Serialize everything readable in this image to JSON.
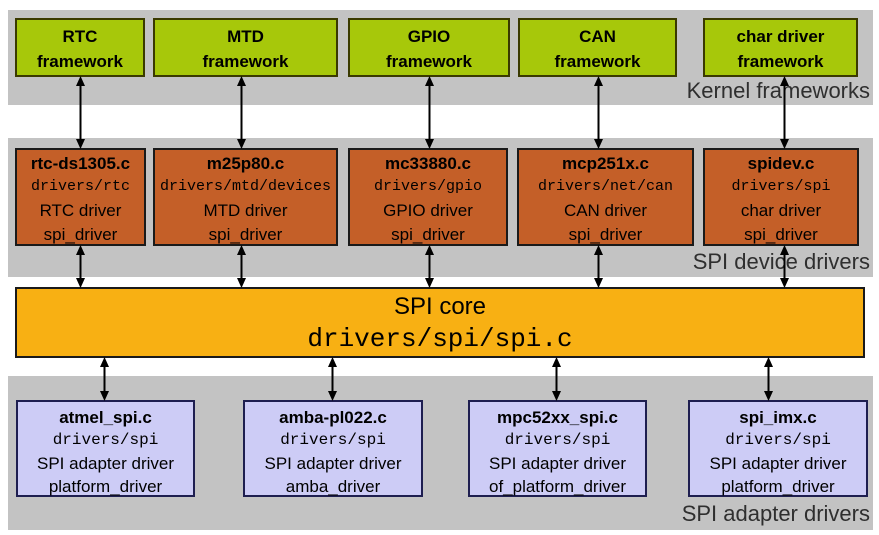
{
  "bands": {
    "frameworks_label": "Kernel frameworks",
    "device_drivers_label": "SPI device drivers",
    "adapter_drivers_label": "SPI adapter drivers"
  },
  "frameworks": {
    "boxes": [
      {
        "line1": "RTC",
        "line2": "framework"
      },
      {
        "line1": "MTD",
        "line2": "framework"
      },
      {
        "line1": "GPIO",
        "line2": "framework"
      },
      {
        "line1": "CAN",
        "line2": "framework"
      },
      {
        "line1": "char driver",
        "line2": "framework"
      }
    ]
  },
  "device_drivers": {
    "boxes": [
      {
        "title": "rtc-ds1305.c",
        "path": "drivers/rtc",
        "role": "RTC driver",
        "type": "spi_driver"
      },
      {
        "title": "m25p80.c",
        "path": "drivers/mtd/devices",
        "role": "MTD driver",
        "type": "spi_driver"
      },
      {
        "title": "mc33880.c",
        "path": "drivers/gpio",
        "role": "GPIO driver",
        "type": "spi_driver"
      },
      {
        "title": "mcp251x.c",
        "path": "drivers/net/can",
        "role": "CAN driver",
        "type": "spi_driver"
      },
      {
        "title": "spidev.c",
        "path": "drivers/spi",
        "role": "char driver",
        "type": "spi_driver"
      }
    ]
  },
  "spi_core": {
    "title": "SPI core",
    "path": "drivers/spi/spi.c"
  },
  "adapter_drivers": {
    "boxes": [
      {
        "title": "atmel_spi.c",
        "path": "drivers/spi",
        "role": "SPI adapter driver",
        "type": "platform_driver"
      },
      {
        "title": "amba-pl022.c",
        "path": "drivers/spi",
        "role": "SPI adapter driver",
        "type": "amba_driver"
      },
      {
        "title": "mpc52xx_spi.c",
        "path": "drivers/spi",
        "role": "SPI adapter driver",
        "type": "of_platform_driver"
      },
      {
        "title": "spi_imx.c",
        "path": "drivers/spi",
        "role": "SPI adapter driver",
        "type": "platform_driver"
      }
    ]
  },
  "colors": {
    "framework_box": "#a7c80a",
    "device_box": "#c45f28",
    "core_box": "#f8b013",
    "adapter_box": "#cdccf6",
    "band": "#c3c3c3"
  }
}
